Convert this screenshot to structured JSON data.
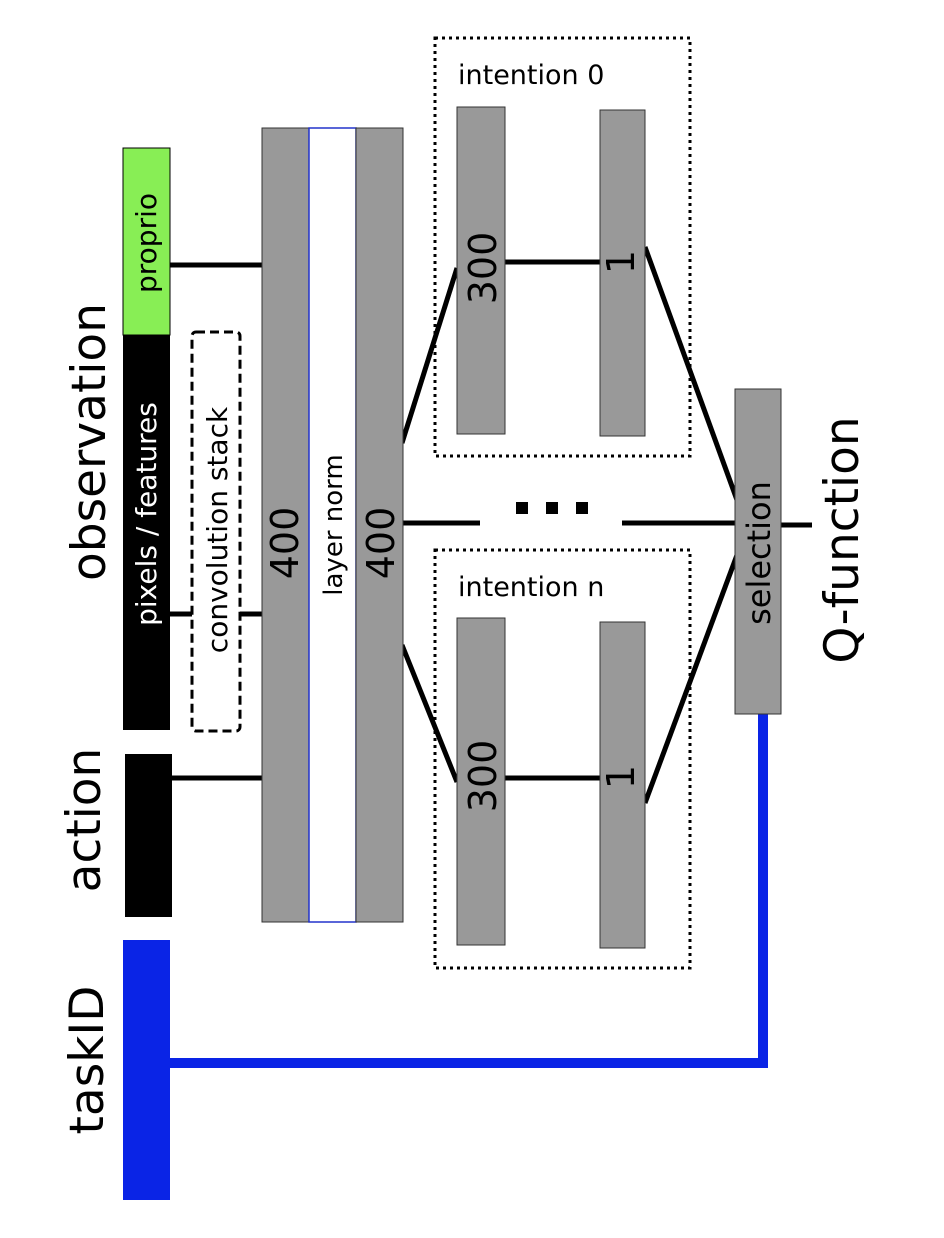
{
  "labels": {
    "observation": "observation",
    "action": "action",
    "task_id": "taskID",
    "q_function": "Q-function"
  },
  "inputs": {
    "proprio": "proprio",
    "pixels": "pixels / features",
    "conv_stack": "convolution stack"
  },
  "torso": {
    "layer1_units": "400",
    "layer_norm": "layer norm",
    "layer2_units": "400"
  },
  "intentions": [
    {
      "title": "intention 0",
      "hidden_units": "300",
      "output_units": "1"
    },
    {
      "title": "intention n",
      "hidden_units": "300",
      "output_units": "1"
    }
  ],
  "ellipsis": "• • •",
  "selection": "selection",
  "colors": {
    "proprio": "#88ee55",
    "block_black": "#000000",
    "layer_gray": "#999999",
    "task_blue": "#0a24e6"
  }
}
